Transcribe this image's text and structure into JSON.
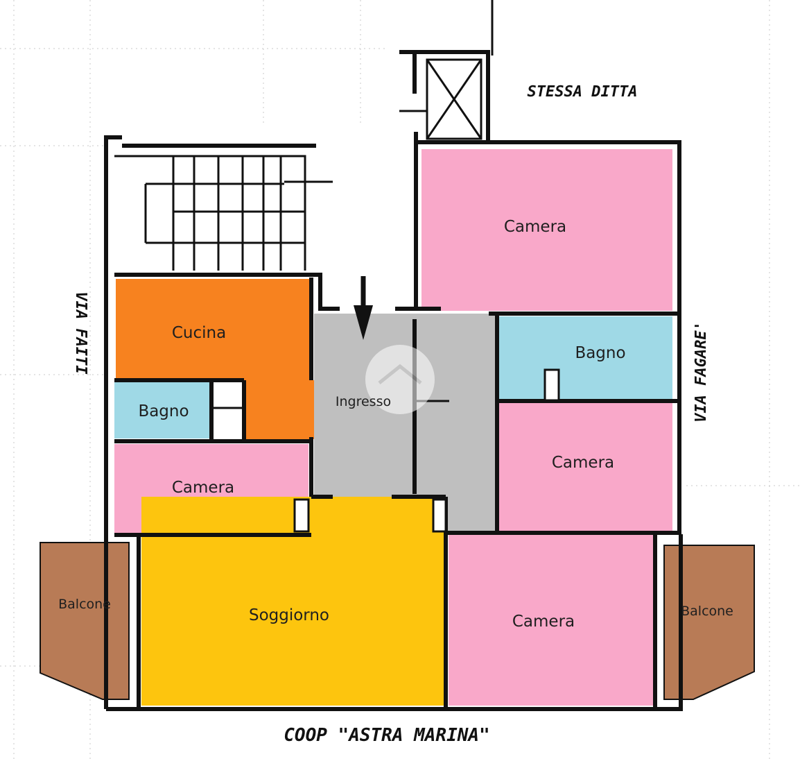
{
  "labels": {
    "top_neighbor": "STESSA DITTA",
    "bottom_neighbor": "COOP \"ASTRA MARINA\"",
    "left_street": "VIA FAITI",
    "right_street": "VIA FAGARE'"
  },
  "rooms": {
    "cucina": "Cucina",
    "bagno_left": "Bagno",
    "camera_left": "Camera",
    "ingresso": "Ingresso",
    "camera_top_right": "Camera",
    "bagno_right": "Bagno",
    "camera_mid_right": "Camera",
    "soggiorno": "Soggiorno",
    "camera_bottom_right": "Camera",
    "balcone_left": "Balcone",
    "balcone_right": "Balcone"
  },
  "colors": {
    "camera": "#f9a8c9",
    "bagno": "#9fd9e6",
    "cucina": "#f7821f",
    "soggiorno": "#fdc50e",
    "ingresso": "#bfbfbf",
    "balcone": "#b87b56",
    "wall": "#111111"
  },
  "icons": {
    "entrance": "down-arrow-icon",
    "elevator": "elevator-shaft-icon",
    "watermark": "home-watermark-icon"
  }
}
